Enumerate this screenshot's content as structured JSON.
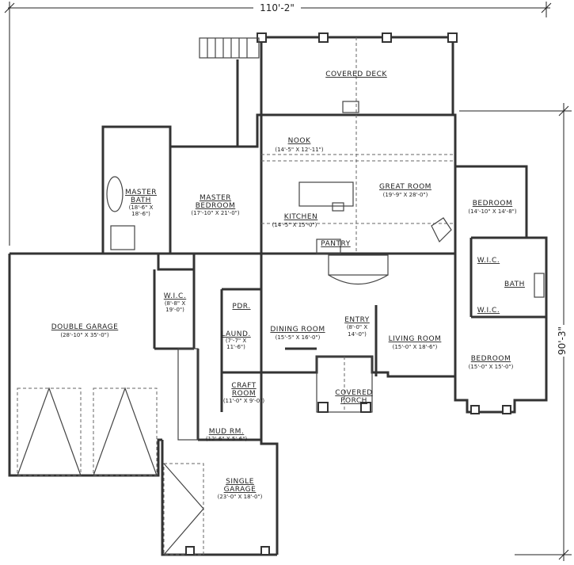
{
  "plan": {
    "overall_width": "110'-2\"",
    "overall_depth": "90'-3\"",
    "rooms": {
      "covered_deck": {
        "name": "COVERED DECK"
      },
      "nook": {
        "name": "NOOK",
        "size": "(14'-5\" X 12'-11\")"
      },
      "great_room": {
        "name": "GREAT ROOM",
        "size": "(19'-9\" X 28'-0\")"
      },
      "kitchen": {
        "name": "KITCHEN",
        "size": "(14'-5\" X 15'-0\")"
      },
      "pantry": {
        "name": "PANTRY"
      },
      "master_bedroom": {
        "name1": "MASTER",
        "name2": "BEDROOM",
        "size": "(17'-10\" X 21'-0\")"
      },
      "master_bath": {
        "name1": "MASTER",
        "name2": "BATH",
        "size1": "(18'-6\" X",
        "size2": "18'-6\")"
      },
      "bedroom_1": {
        "name": "BEDROOM",
        "size": "(14'-10\" X 14'-8\")"
      },
      "wic_1": {
        "name": "W.I.C."
      },
      "bath": {
        "name": "BATH"
      },
      "wic_2": {
        "name": "W.I.C."
      },
      "bedroom_2": {
        "name": "BEDROOM",
        "size": "(15'-0\" X 15'-0\")"
      },
      "double_garage": {
        "name": "DOUBLE GARAGE",
        "size": "(28'-10\" X 35'-0\")"
      },
      "wic_master": {
        "name": "W.I.C.",
        "size1": "(8'-8\" X",
        "size2": "19'-0\")"
      },
      "pdr": {
        "name": "PDR."
      },
      "laundry": {
        "name": "LAUND.",
        "size1": "(7'-7\" X",
        "size2": "11'-6\")"
      },
      "dining_room": {
        "name": "DINING ROOM",
        "size": "(15'-5\" X 16'-0\")"
      },
      "entry": {
        "name": "ENTRY",
        "size1": "(8'-0\" X",
        "size2": "14'-0\")"
      },
      "living_room": {
        "name": "LIVING ROOM",
        "size": "(15'-0\" X 18'-6\")"
      },
      "craft_room": {
        "name1": "CRAFT",
        "name2": "ROOM",
        "size": "(11'-0\" X 9'-0\")"
      },
      "covered_porch": {
        "name1": "COVERED",
        "name2": "PORCH"
      },
      "mud_room": {
        "name": "MUD RM.",
        "size": "(12'-6\" X 5'-6\")"
      },
      "single_garage": {
        "name1": "SINGLE",
        "name2": "GARAGE",
        "size": "(23'-0\" X 18'-0\")"
      }
    }
  }
}
